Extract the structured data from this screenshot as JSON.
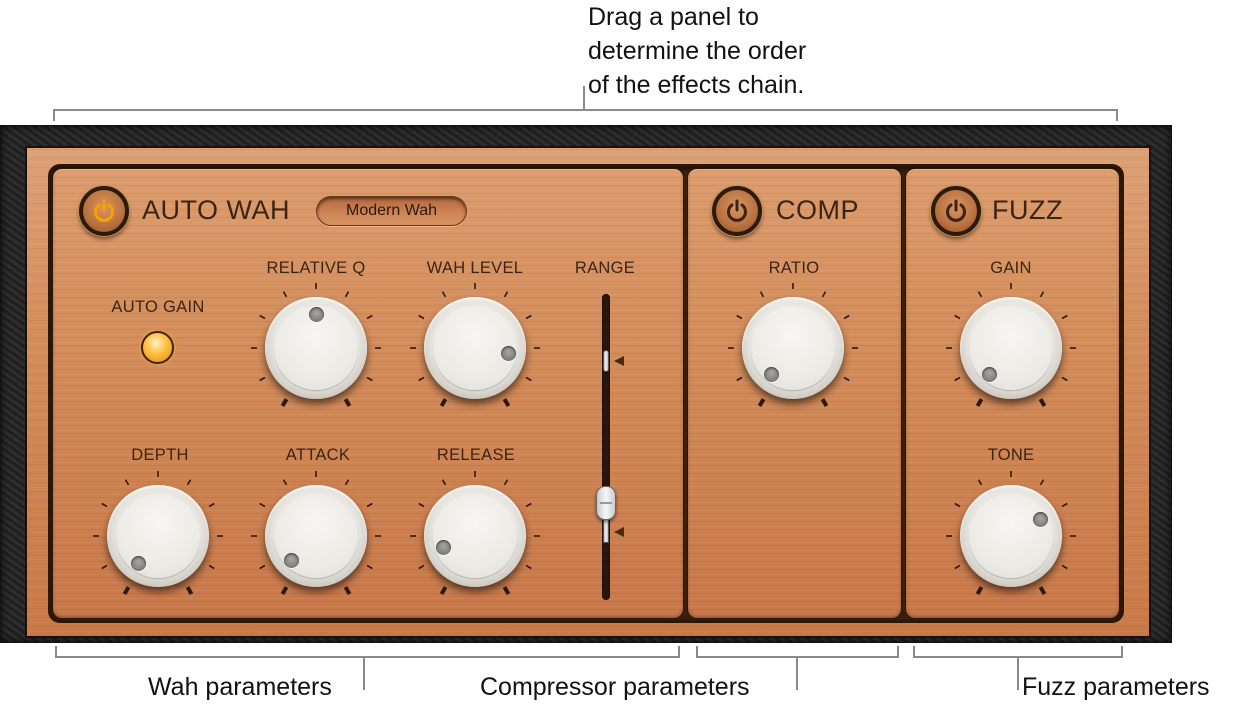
{
  "callouts": {
    "top": [
      "Drag a panel to",
      "determine the order",
      "of the effects chain."
    ],
    "wah": "Wah parameters",
    "compressor": "Compressor parameters",
    "fuzz": "Fuzz parameters"
  },
  "panels": {
    "auto_wah": {
      "title": "AUTO WAH",
      "power_on": true,
      "preset": "Modern Wah",
      "auto_gain_label": "AUTO GAIN",
      "auto_gain_on": true,
      "knobs": {
        "relative_q": {
          "label": "RELATIVE Q",
          "angle": 0
        },
        "wah_level": {
          "label": "WAH LEVEL",
          "angle": 100
        },
        "depth": {
          "label": "DEPTH",
          "angle": -145
        },
        "attack": {
          "label": "ATTACK",
          "angle": -135
        },
        "release": {
          "label": "RELEASE",
          "angle": -110
        }
      },
      "range": {
        "label": "RANGE",
        "upper_pct": 22,
        "lower_pct": 75
      }
    },
    "comp": {
      "title": "COMP",
      "power_on": false,
      "knobs": {
        "ratio": {
          "label": "RATIO",
          "angle": -140
        }
      }
    },
    "fuzz": {
      "title": "FUZZ",
      "power_on": false,
      "knobs": {
        "gain": {
          "label": "GAIN",
          "angle": -140
        },
        "tone": {
          "label": "TONE",
          "angle": 60
        }
      }
    }
  },
  "colors": {
    "power_on": "#f5a300",
    "power_off": "#3b2414",
    "label": "#3b2414",
    "bracket": "#8a8a8a"
  }
}
